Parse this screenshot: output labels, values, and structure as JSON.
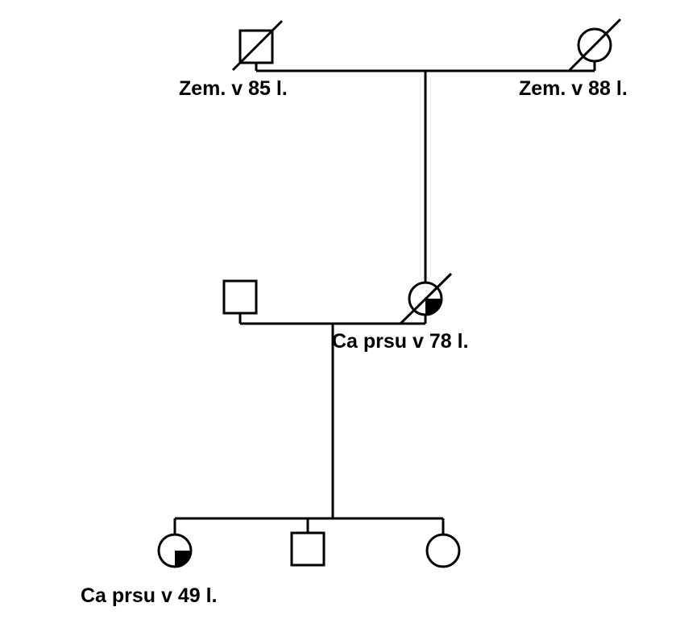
{
  "pedigree": {
    "generation_1": {
      "male": {
        "sex": "male",
        "deceased": true,
        "affected": false,
        "label": "Zem. v 85 l."
      },
      "female": {
        "sex": "female",
        "deceased": true,
        "affected": false,
        "label": "Zem. v 88 l."
      }
    },
    "generation_2": {
      "spouse": {
        "sex": "male",
        "deceased": false,
        "affected": false
      },
      "proband_mother": {
        "sex": "female",
        "deceased": true,
        "affected": true,
        "fill": "lower-right-quadrant",
        "label": "Ca prsu v 78 l."
      }
    },
    "generation_3": {
      "daughter_1": {
        "sex": "female",
        "deceased": false,
        "affected": true,
        "fill": "lower-right-quadrant",
        "label": "Ca prsu v 49 l."
      },
      "son": {
        "sex": "male",
        "deceased": false,
        "affected": false
      },
      "daughter_2": {
        "sex": "female",
        "deceased": false,
        "affected": false
      }
    },
    "colors": {
      "line": "#000000",
      "fill": "#000000",
      "background": "#ffffff"
    }
  }
}
